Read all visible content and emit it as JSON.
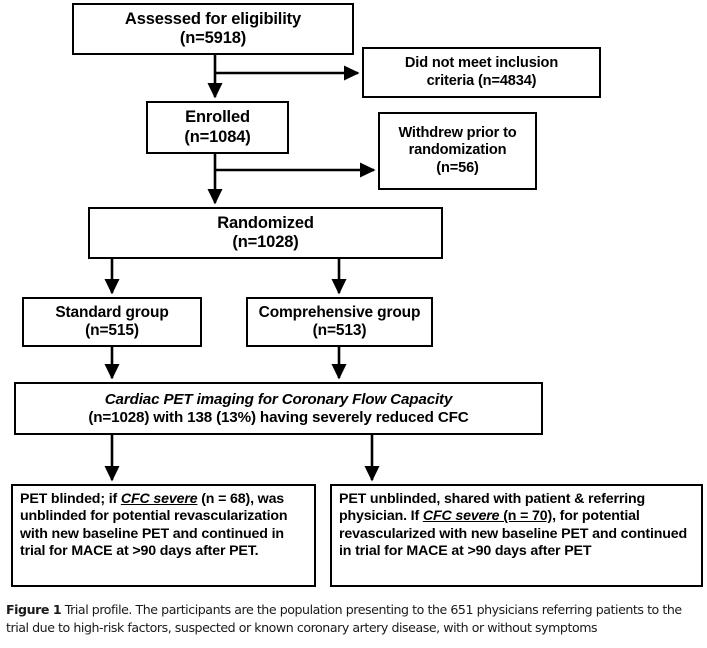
{
  "figure": {
    "type": "consort-flow-diagram",
    "caption_label": "Figure 1",
    "caption_text": " Trial profile. The participants are the population presenting to the 651 physicians referring patients to the trial due to high-risk factors, suspected or known coronary artery disease, with or without symptoms"
  },
  "nodes": {
    "assessed": {
      "line1": "Assessed for eligibility",
      "line2": "(n=5918)"
    },
    "excluded": {
      "line1": "Did not meet inclusion",
      "line2": "criteria (n=4834)"
    },
    "enrolled": {
      "line1": "Enrolled",
      "line2": "(n=1084)"
    },
    "withdrew": {
      "line1": "Withdrew prior to",
      "line2": "randomization",
      "line3": "(n=56)"
    },
    "randomized": {
      "line1": "Randomized",
      "line2": "(n=1028)"
    },
    "standard": {
      "line1": "Standard group",
      "line2": "(n=515)"
    },
    "comprehensive": {
      "line1": "Comprehensive group",
      "line2": "(n=513)"
    },
    "pet": {
      "line1_italic": "Cardiac PET imaging for Coronary Flow Capacity",
      "line2": "(n=1028) with 138 (13%) having severely reduced CFC"
    },
    "blinded": {
      "seg1": "PET blinded; if ",
      "seg2_italic_underline": "CFC severe",
      "seg3": " (n = 68), was unblinded for potential revascularization with new baseline PET and continued in trial for MACE at >90 days after PET."
    },
    "unblinded": {
      "seg1": "PET unblinded, shared with patient & referring physician. If ",
      "seg2_italic_underline": "CFC severe",
      "seg3_underline": " (n = 70),",
      "seg4": " for potential revascularized with new baseline PET and continued in trial for MACE at >90 days after PET"
    }
  },
  "chart_data": {
    "type": "diagram",
    "title": "Trial profile (CONSORT flow)",
    "flow": [
      {
        "id": "assessed",
        "label": "Assessed for eligibility",
        "n": 5918
      },
      {
        "id": "excluded",
        "label": "Did not meet inclusion criteria",
        "n": 4834
      },
      {
        "id": "enrolled",
        "label": "Enrolled",
        "n": 1084
      },
      {
        "id": "withdrew",
        "label": "Withdrew prior to randomization",
        "n": 56
      },
      {
        "id": "randomized",
        "label": "Randomized",
        "n": 1028
      },
      {
        "id": "standard",
        "label": "Standard group",
        "n": 515
      },
      {
        "id": "comprehensive",
        "label": "Comprehensive group",
        "n": 513
      },
      {
        "id": "pet",
        "label": "Cardiac PET imaging for Coronary Flow Capacity",
        "n": 1028,
        "severely_reduced_cfc": 138,
        "severely_reduced_cfc_pct": 13
      },
      {
        "id": "blinded",
        "label": "PET blinded arm, CFC severe",
        "n": 68
      },
      {
        "id": "unblinded",
        "label": "PET unblinded arm, CFC severe",
        "n": 70
      }
    ],
    "edges": [
      {
        "from": "assessed",
        "to": "enrolled"
      },
      {
        "from": "assessed",
        "to": "excluded"
      },
      {
        "from": "enrolled",
        "to": "randomized"
      },
      {
        "from": "enrolled",
        "to": "withdrew"
      },
      {
        "from": "randomized",
        "to": "standard"
      },
      {
        "from": "randomized",
        "to": "comprehensive"
      },
      {
        "from": "standard",
        "to": "pet"
      },
      {
        "from": "comprehensive",
        "to": "pet"
      },
      {
        "from": "pet",
        "to": "blinded"
      },
      {
        "from": "pet",
        "to": "unblinded"
      }
    ],
    "referring_physicians": 651
  }
}
